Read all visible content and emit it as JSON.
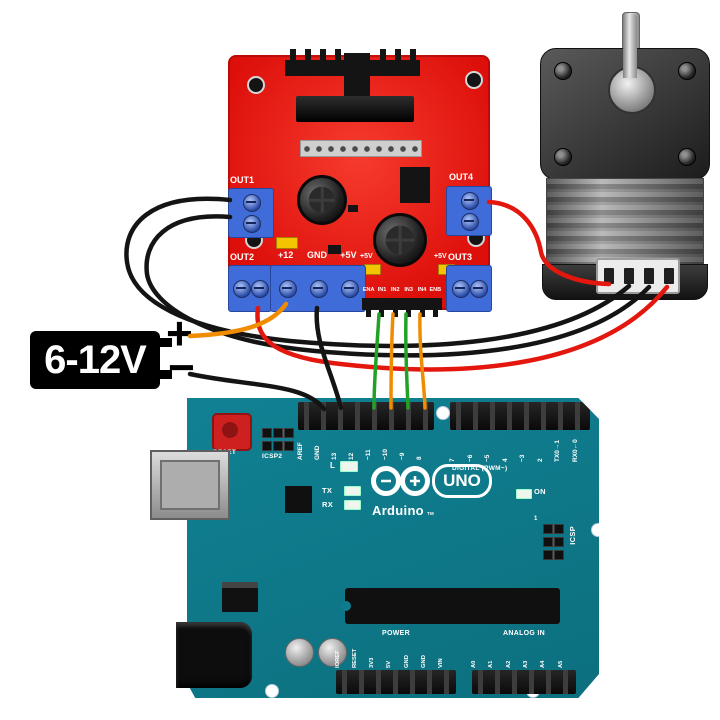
{
  "supply": {
    "label": "6-12V",
    "plus": "+",
    "minus": "−"
  },
  "driver": {
    "out1": "OUT1",
    "out2": "OUT2",
    "out3": "OUT3",
    "out4": "OUT4",
    "power_terminals": [
      "+12",
      "GND",
      "+5V"
    ],
    "jumper_a": "+5V",
    "jumper_b": "+5V",
    "control_pins": [
      "ENA",
      "IN1",
      "IN2",
      "IN3",
      "IN4",
      "ENB"
    ]
  },
  "arduino": {
    "reset_label": "RESET",
    "icsp2_label": "ICSP2",
    "digital_left_pins": [
      "AREF",
      "GND",
      "13",
      "12",
      "~11",
      "~10",
      "~9",
      "8"
    ],
    "digital_right_pins": [
      "7",
      "~6",
      "~5",
      "4",
      "~3",
      "2",
      "TX0→1",
      "RX0←0"
    ],
    "digital_caption": "DIGITAL (PWM~)",
    "led_l": "L",
    "led_tx": "TX",
    "led_rx": "RX",
    "led_on": "ON",
    "brand": "Arduino",
    "tm": "TM",
    "model": "UNO",
    "icsp_label": "ICSP",
    "icsp_pin1": "1",
    "power_caption": "POWER",
    "power_pins": [
      "IOREF",
      "RESET",
      "3V3",
      "5V",
      "GND",
      "GND",
      "VIN"
    ],
    "analog_caption": "ANALOG IN",
    "analog_pins": [
      "A0",
      "A1",
      "A2",
      "A3",
      "A4",
      "A5"
    ]
  },
  "colors": {
    "pcb_red": "#e5140e",
    "pcb_teal": "#0d7d8d",
    "terminal_blue": "#3f6cd8",
    "wire_black": "#141414",
    "wire_red": "#e3170d",
    "wire_orange": "#f08c00",
    "wire_green": "#23a127"
  }
}
